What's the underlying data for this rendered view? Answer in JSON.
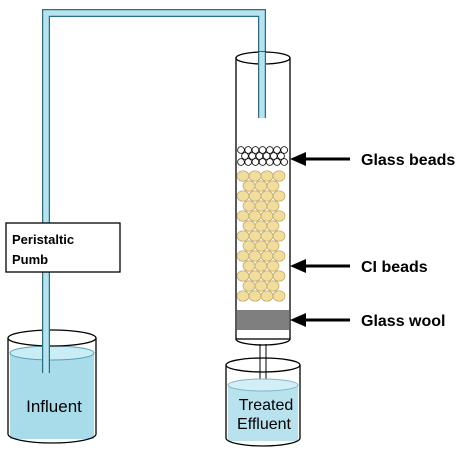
{
  "labels": {
    "pump": [
      "Peristaltic",
      "Pumb"
    ],
    "influent": "Influent",
    "effluent": [
      "Treated",
      "Effluent"
    ],
    "glass_beads": "Glass beads",
    "ci_beads": "CI beads",
    "glass_wool": "Glass wool"
  },
  "colors": {
    "tube_fill": "#b7e3ef",
    "tube_stroke": "#2b6f86",
    "water": "#a9dcea",
    "column_fill": "#ffffff",
    "ci_bead": "#f3dd9a",
    "glass_bead": "#ffffff",
    "glass_wool": "#7f7f7f",
    "line": "#000000"
  }
}
